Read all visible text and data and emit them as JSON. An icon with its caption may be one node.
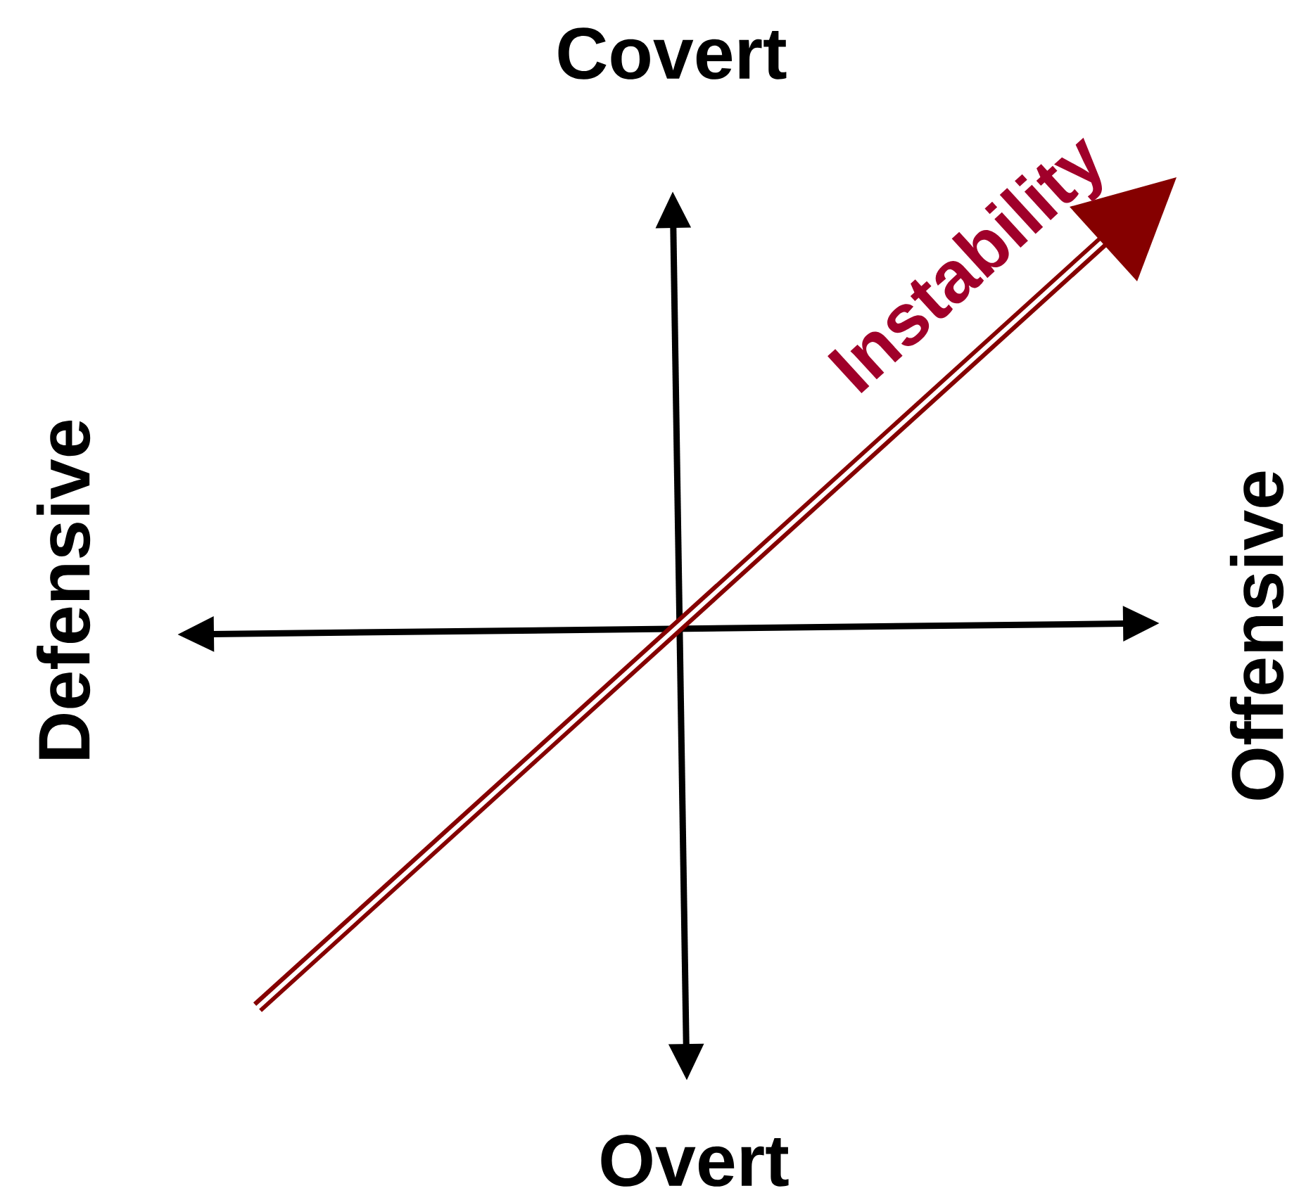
{
  "diagram": {
    "labels": [
      "Covert",
      "Instability",
      "Defensive",
      "Offensive",
      "Overt"
    ]
  }
}
